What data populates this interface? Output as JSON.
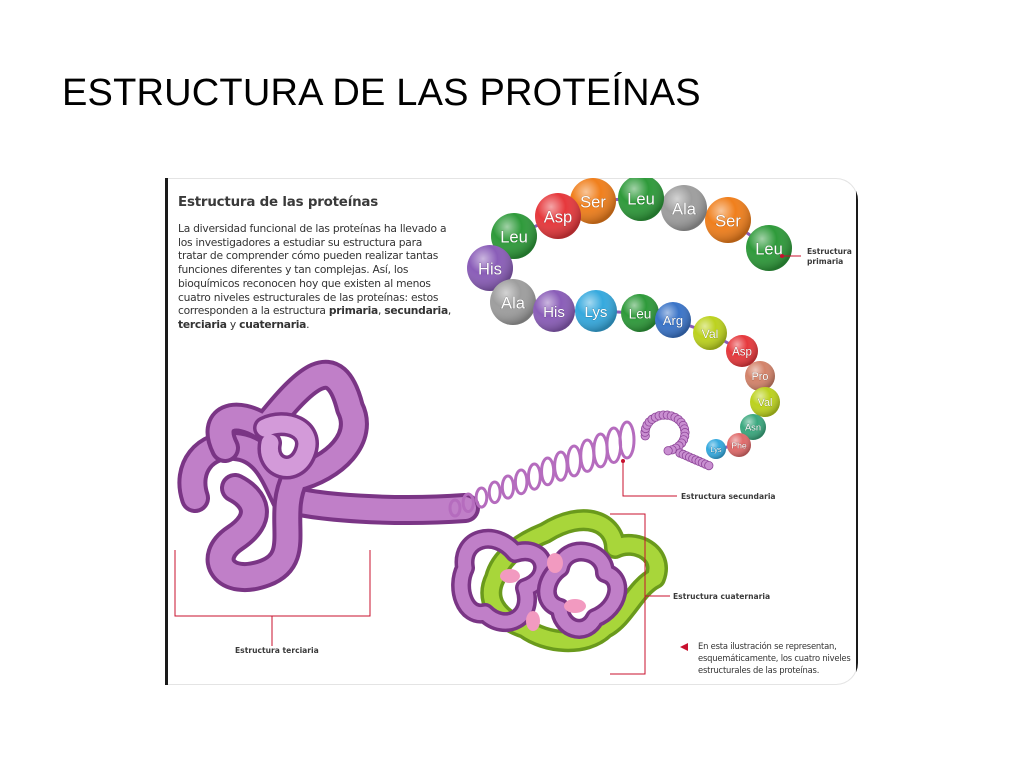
{
  "slide": {
    "title": "ESTRUCTURA DE LAS PROTEÍNAS"
  },
  "figure": {
    "heading": "Estructura de las proteínas",
    "intro_text": "La diversidad funcional de las proteínas ha llevado a los investigadores a estudiar su estructura para tratar de comprender cómo pueden realizar tantas funciones diferentes y tan complejas. Así, los bioquímicos reconocen hoy que existen al menos cuatro niveles estructurales de las proteínas: estos corresponden a la estructura ",
    "intro_bold_1": "primaria",
    "intro_sep_1": ", ",
    "intro_bold_2": "secundaria",
    "intro_sep_2": ", ",
    "intro_bold_3": "terciaria",
    "intro_sep_3": " y ",
    "intro_bold_4": "cuaternaria",
    "intro_end": ".",
    "labels": {
      "primaria_line1": "Estructura",
      "primaria_line2": "primaria",
      "secundaria": "Estructura secundaria",
      "terciaria": "Estructura terciaria",
      "cuaternaria": "Estructura cuaternaria"
    },
    "caption": "En esta ilustración se representan, esquemáticamente, los cuatro niveles estructurales de las proteínas.",
    "amino_acids": [
      {
        "name": "Leu",
        "color": "#2e9a3a"
      },
      {
        "name": "Ser",
        "color": "#f07f1c"
      },
      {
        "name": "Ala",
        "color": "#9e9e9e"
      },
      {
        "name": "Leu",
        "color": "#2e9a3a"
      },
      {
        "name": "Ser",
        "color": "#f07f1c"
      },
      {
        "name": "Asp",
        "color": "#e6383c"
      },
      {
        "name": "Leu",
        "color": "#2e9a3a"
      },
      {
        "name": "His",
        "color": "#8a5db8"
      },
      {
        "name": "Ala",
        "color": "#9e9e9e"
      },
      {
        "name": "His",
        "color": "#8a5db8"
      },
      {
        "name": "Lys",
        "color": "#35a9de"
      },
      {
        "name": "Leu",
        "color": "#2e9a3a"
      },
      {
        "name": "Arg",
        "color": "#3a74c8"
      },
      {
        "name": "Val",
        "color": "#bcd21e"
      },
      {
        "name": "Asp",
        "color": "#e6383c"
      },
      {
        "name": "Pro",
        "color": "#d3836a"
      },
      {
        "name": "Val",
        "color": "#bcd21e"
      },
      {
        "name": "Asn",
        "color": "#3aa87e"
      },
      {
        "name": "Phe",
        "color": "#e06a6a"
      },
      {
        "name": "Lys",
        "color": "#35a9de"
      }
    ],
    "colors": {
      "protein": "#a455b0",
      "protein_light": "#cf8fd6",
      "subunit_green": "#9ccf2a",
      "pointer": "#c8102e",
      "pink_heme": "#f29ac0"
    }
  }
}
